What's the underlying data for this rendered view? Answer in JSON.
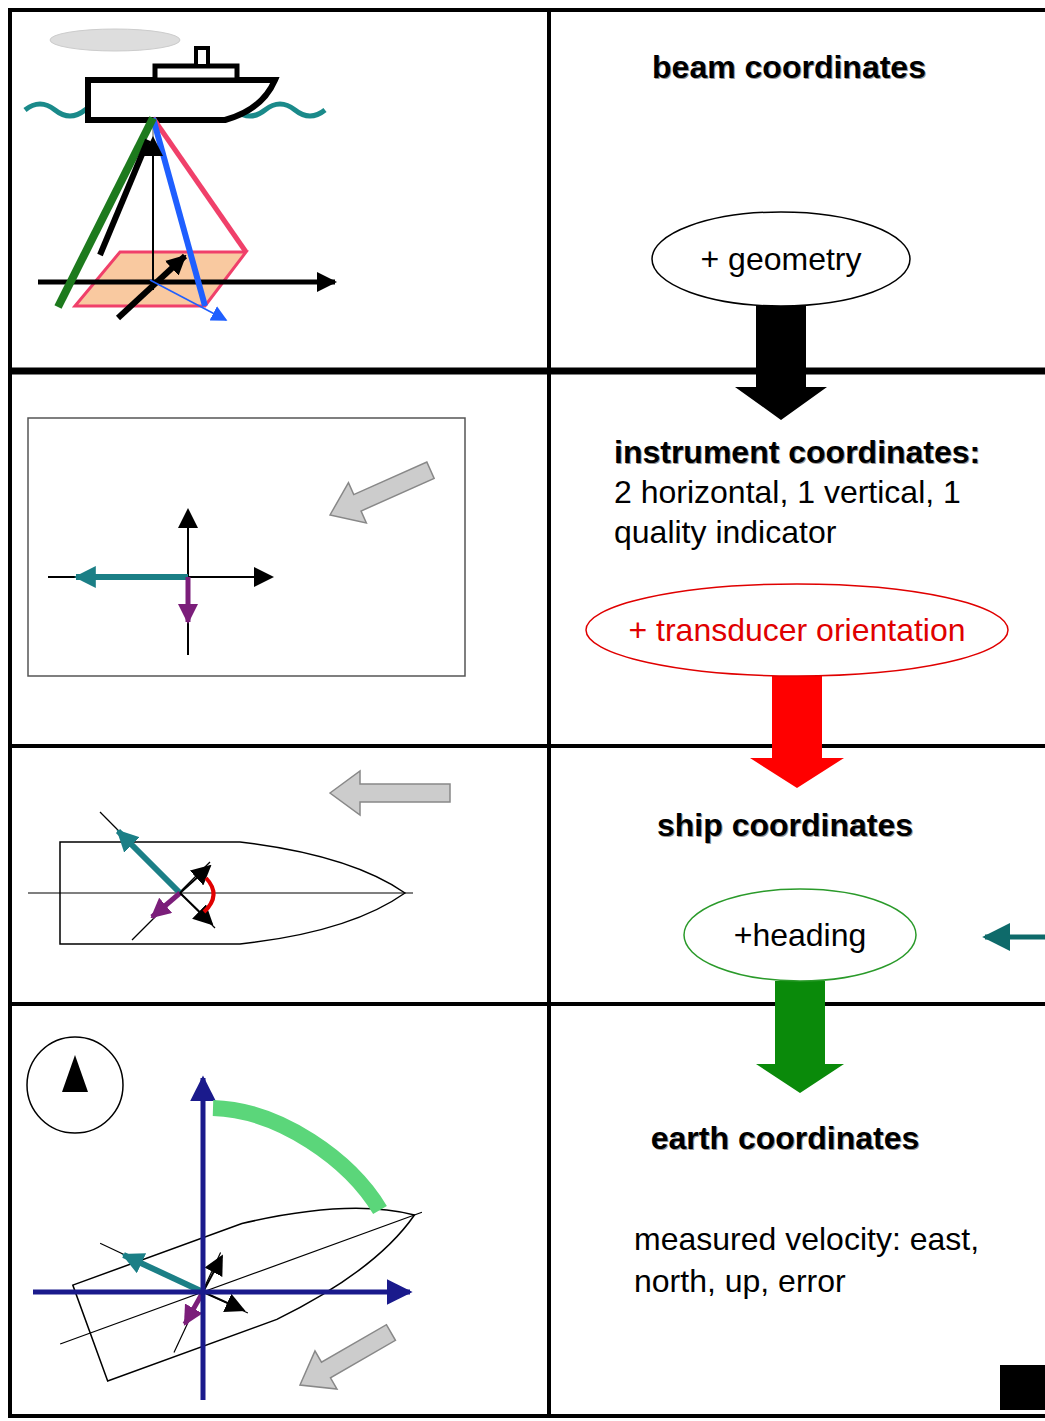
{
  "diagram": {
    "nodes": [
      {
        "text": [
          "beam coordinates"
        ]
      },
      {
        "text": [
          "+ geometry"
        ],
        "in": 0
      },
      {
        "text": [
          "instrument coordinates:",
          "2 horizontal, 1 vertical, 1 quality indicator"
        ]
      },
      {
        "text": [
          "+ transducer orientation"
        ],
        "in": 2
      },
      {
        "text": [
          "ship coordinates"
        ]
      },
      {
        "text": [
          "+heading"
        ],
        "in": 4
      },
      {
        "text": [
          "earth coordinates",
          "measured velocity: east, north, up, error"
        ]
      }
    ],
    "edges": [
      {
        "from": 1,
        "to": 2,
        "arrow": "to"
      },
      {
        "from": 3,
        "to": 4,
        "arrow": "to"
      },
      {
        "from": 5,
        "to": 6,
        "arrow": "to"
      }
    ]
  }
}
